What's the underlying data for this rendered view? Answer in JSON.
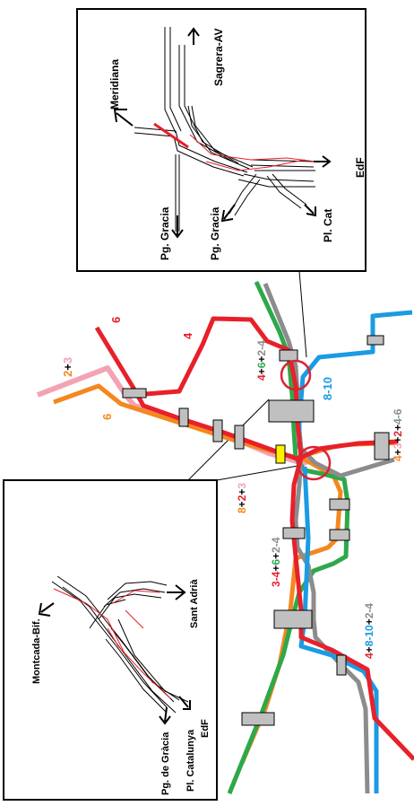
{
  "colors": {
    "red": "#e8202a",
    "orange": "#f5871f",
    "pink": "#f4a3b4",
    "green": "#2ea84a",
    "gray": "#8c8c8c",
    "blue": "#1b9be3",
    "station": "#c0c0c0",
    "yellow": "#ffef00",
    "circle": "#dd2233"
  },
  "map_labels": {
    "line_6_top": "6",
    "line_4_top": "4",
    "line_6_orange": "6",
    "line_2plus3": {
      "a": "2",
      "b": "+",
      "c": "3"
    },
    "station_4_6_2_4": {
      "a": "4",
      "b": "+",
      "c": "6",
      "d": "+",
      "e": "2-4"
    },
    "line_8_10": "8-10",
    "station_4_3_2_4_6": {
      "a": "4",
      "b": "+",
      "c": "3",
      "d": "+",
      "e": "2",
      "f": "+",
      "g": "4-6"
    },
    "station_8_2_3": {
      "a": "8",
      "b": "+",
      "c": "2",
      "d": "+",
      "e": "3"
    },
    "station_3_4_6_2_4": {
      "a": "3-4",
      "b": "+",
      "c": "6",
      "d": "+",
      "e": "2-4"
    },
    "station_4_8_10_2_4": {
      "a": "4",
      "b": "+",
      "c": "8-10",
      "d": "+",
      "e": "2-4"
    }
  },
  "inset_top": {
    "meridiana": "Meridiana",
    "sagrera": "Sagrera-AV",
    "edf": "EdF",
    "pg_gracia_1": "Pg. Gracia",
    "pg_gracia_2": "Pg. Gracia",
    "pl_cat": "Pl. Cat"
  },
  "inset_bottom": {
    "montcada": "Montcada-Bif.",
    "sant_adria": "Sant Adrià",
    "pg_gracia": "Pg. de Gràcia",
    "pl_catalunya": "Pl. Catalunya",
    "edf": "EdF"
  }
}
